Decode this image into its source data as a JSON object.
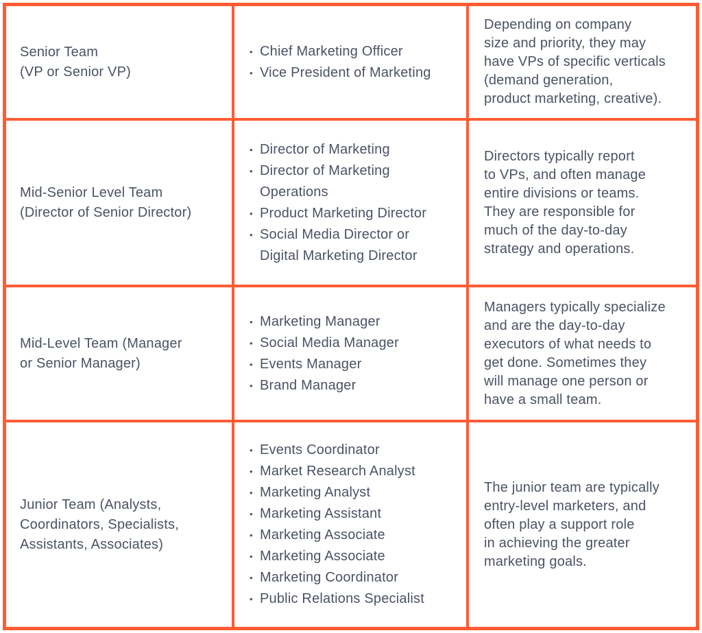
{
  "glyphs": {
    "bullet": "•"
  },
  "colors": {
    "grid_border": "#FF5C35",
    "text": "#4A5263",
    "background": "#FFFFFF"
  },
  "table": {
    "rows": [
      {
        "team_lines": [
          "Senior Team",
          "(VP or Senior VP)"
        ],
        "roles": [
          "Chief Marketing Officer",
          "Vice President of Marketing"
        ],
        "desc_lines": [
          "Depending on company",
          "size and priority, they may",
          "have VPs of specific verticals",
          "(demand generation,",
          "product marketing, creative)."
        ]
      },
      {
        "team_lines": [
          "Mid-Senior Level Team",
          "(Director of Senior Director)"
        ],
        "roles": [
          "Director of Marketing",
          "Director of Marketing Operations",
          "Product Marketing Director",
          "Social Media Director or Digital Marketing Director"
        ],
        "desc_lines": [
          "Directors typically report",
          "to VPs, and often manage",
          "entire divisions or teams.",
          "They are responsible for",
          "much of the day-to-day",
          "strategy and operations."
        ]
      },
      {
        "team_lines": [
          "Mid-Level Team (Manager",
          "or Senior Manager)"
        ],
        "roles": [
          "Marketing Manager",
          "Social Media Manager",
          "Events Manager",
          "Brand Manager"
        ],
        "desc_lines": [
          "Managers typically specialize",
          "and are the day-to-day",
          "executors of what needs to",
          "get done. Sometimes they",
          "will manage one person or",
          "have a small team."
        ]
      },
      {
        "team_lines": [
          "Junior Team (Analysts,",
          "Coordinators, Specialists,",
          "Assistants, Associates)"
        ],
        "roles": [
          "Events Coordinator",
          "Market Research Analyst",
          "Marketing Analyst",
          "Marketing Assistant",
          "Marketing Associate",
          "Marketing Associate",
          "Marketing Coordinator",
          "Public Relations Specialist"
        ],
        "desc_lines": [
          "The junior team are typically",
          "entry-level marketers, and",
          "often play a support role",
          "in achieving the greater",
          "marketing goals."
        ]
      }
    ]
  }
}
